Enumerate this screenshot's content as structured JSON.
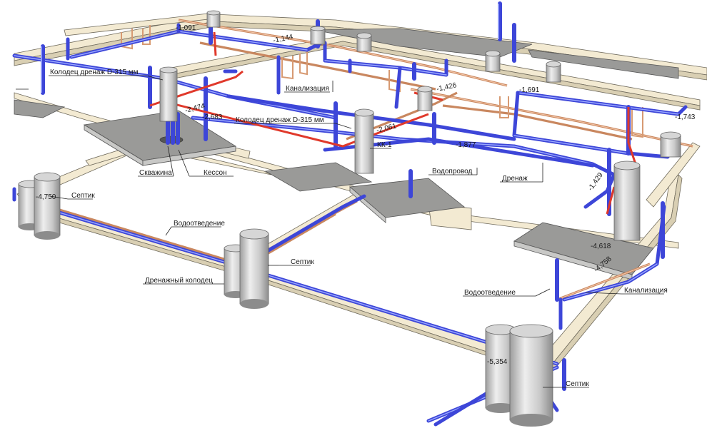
{
  "labels": {
    "kolodec_drenazh_1": "Колодец дренаж D-315 мм",
    "kolodec_drenazh_2": "Колодец дренаж D-315 мм",
    "kanalizaciya_top": "Канализация",
    "kanalizaciya_right": "Канализация",
    "skvazhina": "Скважина",
    "kesson": "Кессон",
    "kk1": "КК-1",
    "vodoprovod": "Водопровод",
    "drenazh": "Дренаж",
    "septik_left": "Септик",
    "septik_mid": "Септик",
    "septik_right": "Септик",
    "vodootvedenie_left": "Водоотведение",
    "vodootvedenie_right": "Водоотведение",
    "drenazhny_kolodec": "Дренажный колодец"
  },
  "elevations": {
    "e1": "-1,091",
    "e2": "-1,144",
    "e3": "-1,426",
    "e4": "-1,691",
    "e5": "-1,743",
    "e6": "-2,474",
    "e7": "-2,683",
    "e8": "-2,061",
    "e9": "-1,877",
    "e10": "-1,429",
    "e11": "-4,750",
    "e12": "-4,618",
    "e13": "-4,758",
    "e14": "-5,354"
  },
  "colors": {
    "drainage_pipe": "#3d46d8",
    "water_supply_pipe": "#e0392b",
    "sewer_pipe": "#c9875f",
    "foundation_beam": "#f3ead2",
    "slab": "#9a9a98"
  }
}
